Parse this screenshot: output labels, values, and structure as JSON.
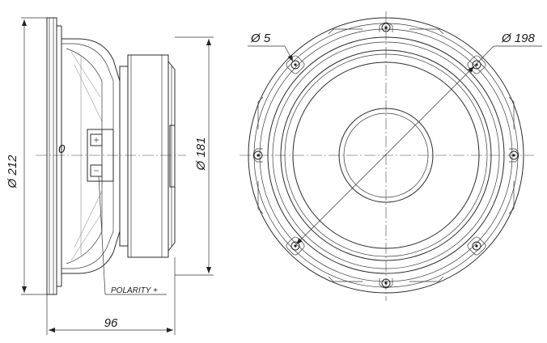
{
  "drawing": {
    "side_view": {
      "overall_diameter": "Ø 212",
      "cutout_diameter": "Ø 181",
      "depth": "96",
      "origin": "0",
      "polarity": "POLARITY +"
    },
    "front_view": {
      "hole_diameter": "Ø 5",
      "bolt_circle_diameter": "Ø 198",
      "mounting_holes": 8
    }
  }
}
